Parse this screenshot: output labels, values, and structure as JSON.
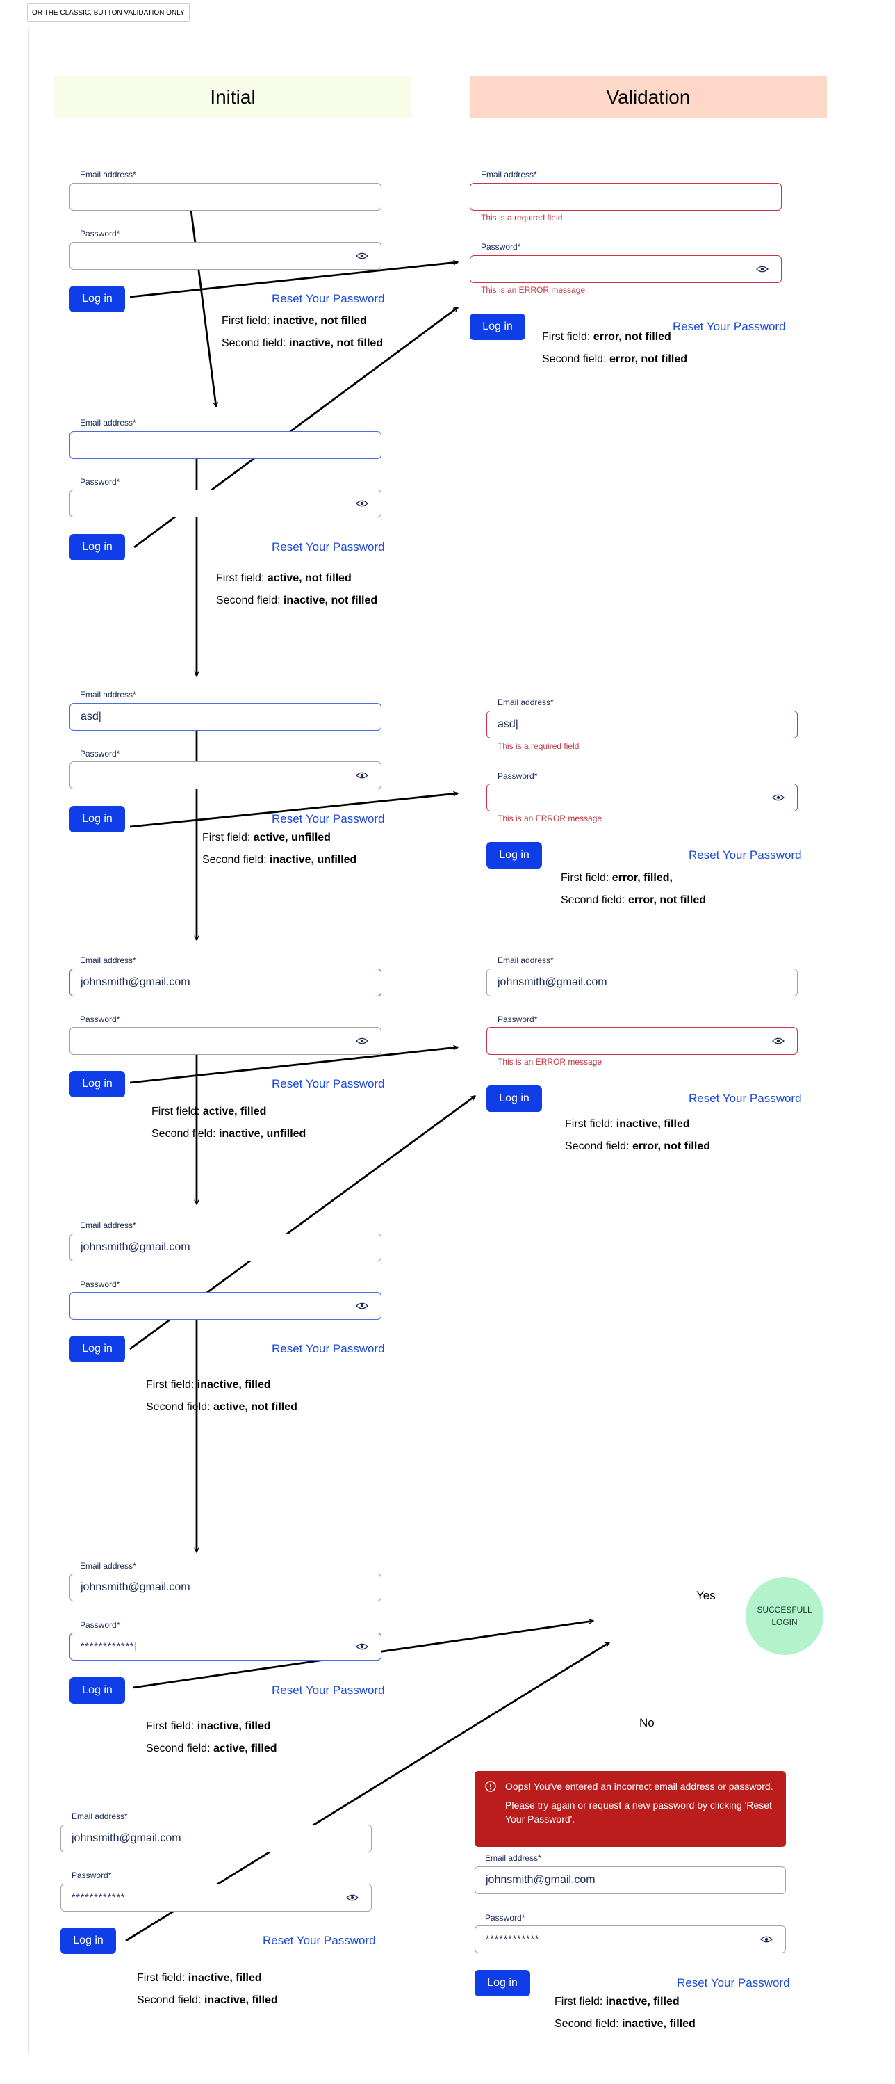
{
  "top_note": "OR THE CLASSIC, BUTTON VALIDATION ONLY",
  "columns": {
    "initial": "Initial",
    "validation": "Validation"
  },
  "form": {
    "email_label": "Email address*",
    "password_label": "Password*",
    "login_label": "Log in",
    "reset_label": "Reset Your Password",
    "email_value_partial": "asd|",
    "email_value": "johnsmith@gmail.com",
    "password_value_typing": "************|",
    "password_value": "************"
  },
  "messages": {
    "required": "This is a required field",
    "error": "This is an ERROR message"
  },
  "state_words": {
    "first": "First field:",
    "second": "Second field:"
  },
  "states": {
    "s1": {
      "first": "inactive, not filled",
      "second": "inactive, not filled"
    },
    "s2": {
      "first": "active, not filled",
      "second": "inactive, not filled"
    },
    "s3": {
      "first": "active, unfilled",
      "second": "inactive, unfilled"
    },
    "s4": {
      "first": "active, filled",
      "second": "inactive, unfilled"
    },
    "s5": {
      "first": "inactive, filled",
      "second": "active, not filled"
    },
    "s6": {
      "first": "inactive, filled",
      "second": "active,  filled"
    },
    "s7": {
      "first": "inactive, filled",
      "second": "inactive,  filled"
    },
    "v1": {
      "first": "error, not filled",
      "second": "error, not filled"
    },
    "v2": {
      "first": "error, filled,",
      "second": "error, not filled"
    },
    "v3": {
      "first": "inactive, filled",
      "second": "error, not filled"
    },
    "v4": {
      "first": "inactive, filled",
      "second": "inactive,  filled"
    }
  },
  "outcome": {
    "yes": "Yes",
    "no": "No",
    "success": "SUCCESFULL LOGIN",
    "banner_line1": "Oops! You've entered an incorrect email address or password.",
    "banner_line2": "Please try again or request a new password by clicking 'Reset Your Password'."
  },
  "colors": {
    "primary": "#0f3ee8",
    "link": "#1d4bdb",
    "error": "#c23542",
    "initial_header": "#f7fde8",
    "validation_header": "#fdd7c8",
    "success": "#b3f3cc",
    "banner": "#bb1c1c"
  },
  "icons": [
    "eye-icon",
    "warning-icon",
    "arrow-icon"
  ]
}
